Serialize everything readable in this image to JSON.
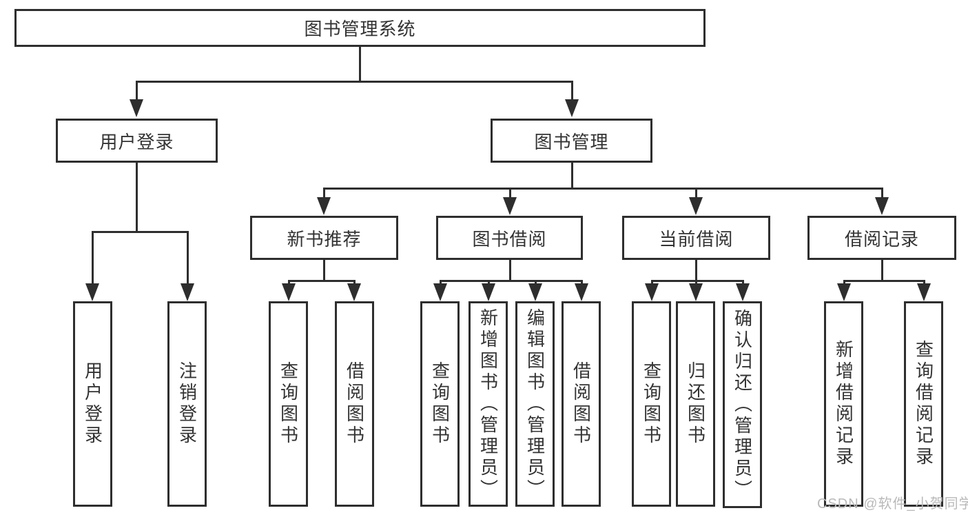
{
  "colors": {
    "line": "#2e2e2e",
    "text": "#333333",
    "background": "#ffffff",
    "watermark": "#b9b9b9"
  },
  "diagram": {
    "title": "图书管理系统",
    "level2": [
      "用户登录",
      "图书管理"
    ],
    "level3": [
      "新书推荐",
      "图书借阅",
      "当前借阅",
      "借阅记录"
    ],
    "groups": {
      "user_login": [
        "用户登录",
        "注销登录"
      ],
      "new_books": [
        "查询图书",
        "借阅图书"
      ],
      "book_borrow": [
        "查询图书",
        "新增图书（管理员）",
        "编辑图书（管理员）",
        "借阅图书"
      ],
      "current_borrow": [
        "查询图书",
        "归还图书",
        "确认归还（管理员）"
      ],
      "borrow_records": [
        "新增借阅记录",
        "查询借阅记录"
      ]
    }
  },
  "watermark": "CSDN @软件_小贺同学"
}
